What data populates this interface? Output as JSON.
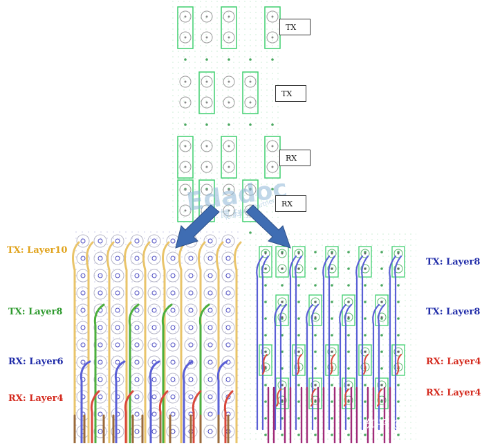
{
  "top_panel": {
    "labels": [
      "TX",
      "TX",
      "RX",
      "RX"
    ]
  },
  "left_panel": {
    "labels": [
      {
        "text": "TX: Layer10",
        "color": "#e0a21a"
      },
      {
        "text": "TX: Layer8",
        "color": "#2e9a2e"
      },
      {
        "text": "RX: Layer6",
        "color": "#1f2ba8"
      },
      {
        "text": "RX: Layer4",
        "color": "#d42a1e"
      }
    ]
  },
  "right_panel": {
    "labels": [
      {
        "text": "TX: Layer8",
        "color": "#1f2ba8"
      },
      {
        "text": "TX: Layer8",
        "color": "#1f2ba8"
      },
      {
        "text": "RX: Layer4",
        "color": "#d42a1e"
      },
      {
        "text": "RX: Layer4",
        "color": "#d42a1e"
      }
    ]
  },
  "watermark": {
    "text": "知乎 @一博科技"
  },
  "logo_text": {
    "brand": "Edadoc",
    "tagline": "Your Best Partner",
    "chinese": "一博科技"
  },
  "colors": {
    "pad_outline": "#3fcf6f",
    "arrow_fill": "#3f6db3",
    "layer10": "#e9c46a",
    "layer8_green": "#4caf3d",
    "layer6_blue": "#5a5fd6",
    "layer4_red": "#d9483b",
    "layer_brown": "#9a6a3a",
    "layer_magenta": "#a02a78"
  }
}
